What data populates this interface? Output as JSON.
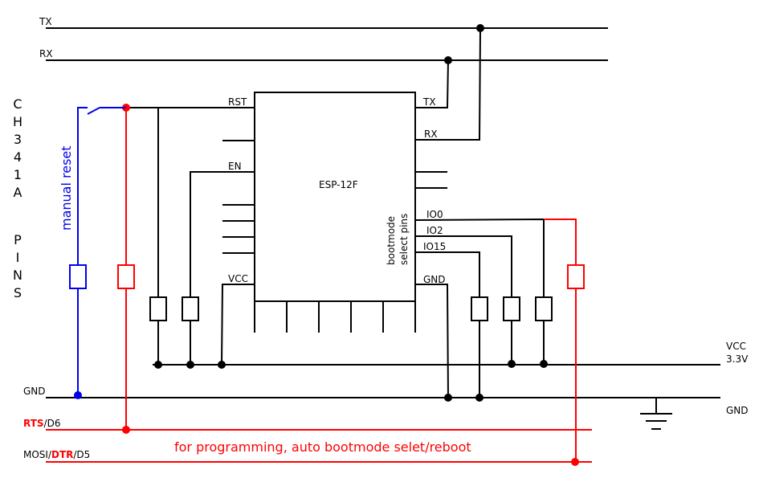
{
  "left_title": {
    "line1": [
      "C",
      "H",
      "3",
      "4",
      "1",
      "A"
    ],
    "line2": [
      "P",
      "I",
      "N",
      "S"
    ]
  },
  "nets": {
    "tx": "TX",
    "rx": "RX",
    "gnd_left": "GND",
    "rts_prefix": "RTS",
    "rts_suffix": "/D6",
    "dtr_pre": "MOSI/",
    "dtr_mid": "DTR",
    "dtr_suf": "/D5",
    "vcc_right_1": "VCC",
    "vcc_right_2": "3.3V",
    "gnd_right": "GND"
  },
  "chip": {
    "name": "ESP-12F",
    "pins_left": {
      "rst": "RST",
      "en": "EN",
      "vcc": "VCC"
    },
    "pins_right": {
      "tx": "TX",
      "rx": "RX",
      "io0": "IO0",
      "io2": "IO2",
      "io15": "IO15",
      "gnd": "GND"
    },
    "bootmode_1": "bootmode",
    "bootmode_2": "select pins"
  },
  "annotations": {
    "manual_reset": "manual reset",
    "programming": "for programming, auto bootmode selet/reboot"
  },
  "colors": {
    "wire": "#000000",
    "auto": "#ff0000",
    "manual": "#0000ee"
  }
}
